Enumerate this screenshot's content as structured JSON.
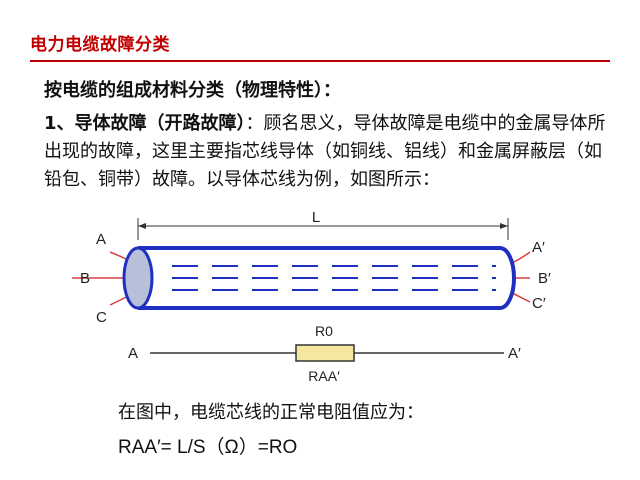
{
  "slide": {
    "title": "电力电缆故障分类",
    "subtitle": "按电缆的组成材料分类（物理特性）：",
    "para_lead": "1、导体故障（开路故障）",
    "para_rest": "：顾名思义，导体故障是电缆中的金属导体所出现的故障，这里主要指芯线导体（如铜线、铝线）和金属屏蔽层（如铅包、铜带）故障。以导体芯线为例，如图所示：",
    "note": "在图中，电缆芯线的正常电阻值应为：",
    "formula": "RAA′= L/S（Ω）=RO"
  },
  "diagram": {
    "length_label": "L",
    "left_labels": [
      "A",
      "B",
      "C"
    ],
    "right_labels": [
      "A′",
      "B′",
      "C′"
    ],
    "resistor_top_label": "R0",
    "resistor_bottom_label": "RAA′",
    "line_left_label": "A",
    "line_right_label": "A′"
  },
  "colors": {
    "title": "#c00000",
    "cable_outline": "#1f2fbf",
    "dash": "#1f2fbf",
    "end_cap": "#b8bfd8",
    "core_wires": "#d64040",
    "resistor": "#f5e7a0"
  }
}
